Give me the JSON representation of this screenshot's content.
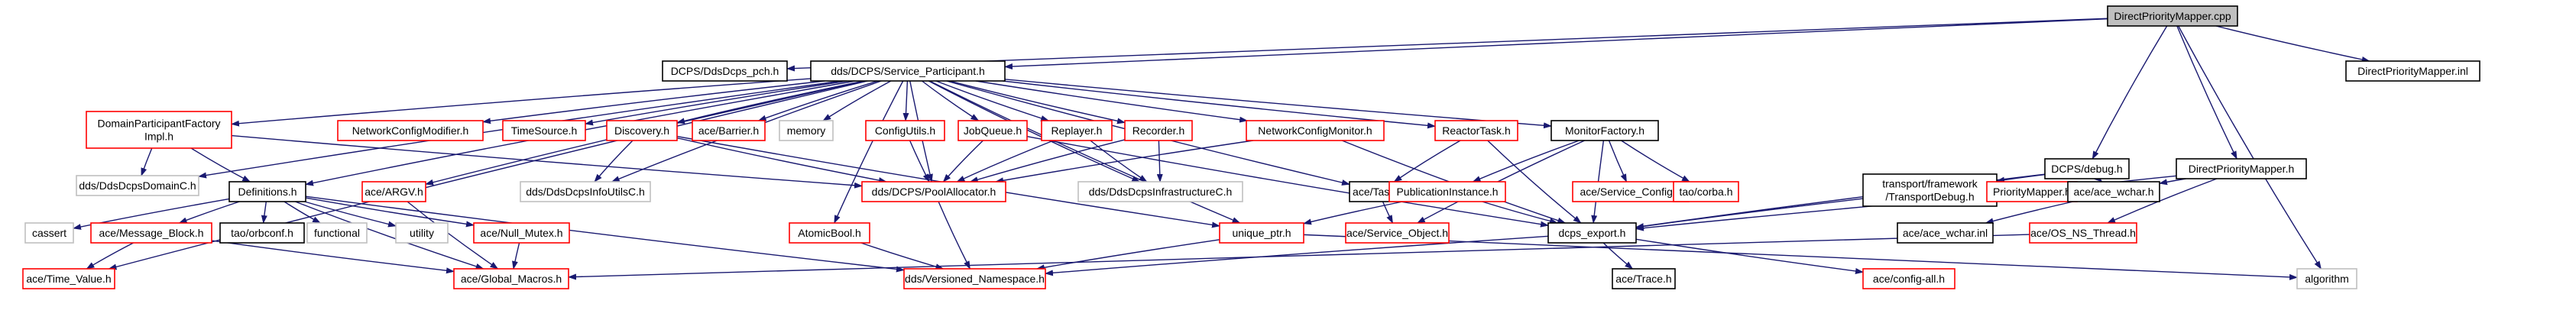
{
  "colors": {
    "edge": "#191970",
    "text": "#000000",
    "border_normal": "#000000",
    "border_red": "#ff0000",
    "border_gray": "#bfbfbf",
    "root_fill": "#bfbfbf"
  },
  "nodes": [
    {
      "id": "root",
      "style": "root",
      "lines": [
        "DirectPriorityMapper.cpp"
      ]
    },
    {
      "id": "pch",
      "style": "normal",
      "lines": [
        "DCPS/DdsDcps_pch.h"
      ]
    },
    {
      "id": "sp",
      "style": "normal",
      "lines": [
        "dds/DCPS/Service_Participant.h"
      ]
    },
    {
      "id": "debug",
      "style": "normal",
      "lines": [
        "DCPS/debug.h"
      ]
    },
    {
      "id": "dpmh",
      "style": "normal",
      "lines": [
        "DirectPriorityMapper.h"
      ]
    },
    {
      "id": "dpminl",
      "style": "normal",
      "lines": [
        "DirectPriorityMapper.inl"
      ]
    },
    {
      "id": "dpfi",
      "style": "red",
      "lines": [
        "DomainParticipantFactory",
        "Impl.h"
      ]
    },
    {
      "id": "ncmod",
      "style": "red",
      "lines": [
        "NetworkConfigModifier.h"
      ]
    },
    {
      "id": "ts",
      "style": "red",
      "lines": [
        "TimeSource.h"
      ]
    },
    {
      "id": "disc",
      "style": "red",
      "lines": [
        "Discovery.h"
      ]
    },
    {
      "id": "barrier",
      "style": "red",
      "lines": [
        "ace/Barrier.h"
      ]
    },
    {
      "id": "memory",
      "style": "gray",
      "lines": [
        "memory"
      ]
    },
    {
      "id": "cu",
      "style": "red",
      "lines": [
        "ConfigUtils.h"
      ]
    },
    {
      "id": "jq",
      "style": "red",
      "lines": [
        "JobQueue.h"
      ]
    },
    {
      "id": "rep",
      "style": "red",
      "lines": [
        "Replayer.h"
      ]
    },
    {
      "id": "rec",
      "style": "red",
      "lines": [
        "Recorder.h"
      ]
    },
    {
      "id": "ncmon",
      "style": "red",
      "lines": [
        "NetworkConfigMonitor.h"
      ]
    },
    {
      "id": "rt",
      "style": "red",
      "lines": [
        "ReactorTask.h"
      ]
    },
    {
      "id": "mf",
      "style": "normal",
      "lines": [
        "MonitorFactory.h"
      ]
    },
    {
      "id": "ddc",
      "style": "gray",
      "lines": [
        "dds/DdsDcpsDomainC.h"
      ]
    },
    {
      "id": "defs",
      "style": "normal",
      "lines": [
        "Definitions.h"
      ]
    },
    {
      "id": "argv",
      "style": "red",
      "lines": [
        "ace/ARGV.h"
      ]
    },
    {
      "id": "diu",
      "style": "gray",
      "lines": [
        "dds/DdsDcpsInfoUtilsC.h"
      ]
    },
    {
      "id": "pa",
      "style": "red",
      "lines": [
        "dds/DCPS/PoolAllocator.h"
      ]
    },
    {
      "id": "dinf",
      "style": "gray",
      "lines": [
        "dds/DdsDcpsInfrastructureC.h"
      ]
    },
    {
      "id": "task",
      "style": "normal",
      "lines": [
        "ace/Task.h"
      ]
    },
    {
      "id": "pi",
      "style": "red",
      "lines": [
        "PublicationInstance.h"
      ]
    },
    {
      "id": "sc",
      "style": "red",
      "lines": [
        "ace/Service_Config.h"
      ]
    },
    {
      "id": "corba",
      "style": "red",
      "lines": [
        "tao/corba.h"
      ]
    },
    {
      "id": "ttd",
      "style": "normal",
      "lines": [
        "transport/framework",
        "/TransportDebug.h"
      ]
    },
    {
      "id": "pm",
      "style": "red",
      "lines": [
        "PriorityMapper.h"
      ]
    },
    {
      "id": "wchar",
      "style": "normal",
      "lines": [
        "ace/ace_wchar.h"
      ]
    },
    {
      "id": "cassert",
      "style": "gray",
      "lines": [
        "cassert"
      ]
    },
    {
      "id": "mb",
      "style": "red",
      "lines": [
        "ace/Message_Block.h"
      ]
    },
    {
      "id": "orb",
      "style": "normal",
      "lines": [
        "tao/orbconf.h"
      ]
    },
    {
      "id": "func",
      "style": "gray",
      "lines": [
        "functional"
      ]
    },
    {
      "id": "util",
      "style": "gray",
      "lines": [
        "utility"
      ]
    },
    {
      "id": "nm",
      "style": "red",
      "lines": [
        "ace/Null_Mutex.h"
      ]
    },
    {
      "id": "ab",
      "style": "red",
      "lines": [
        "AtomicBool.h"
      ]
    },
    {
      "id": "up",
      "style": "red",
      "lines": [
        "unique_ptr.h"
      ]
    },
    {
      "id": "so",
      "style": "red",
      "lines": [
        "ace/Service_Object.h"
      ]
    },
    {
      "id": "de",
      "style": "normal",
      "lines": [
        "dcps_export.h"
      ]
    },
    {
      "id": "wcharinl",
      "style": "normal",
      "lines": [
        "ace/ace_wchar.inl"
      ]
    },
    {
      "id": "osns",
      "style": "red",
      "lines": [
        "ace/OS_NS_Thread.h"
      ]
    },
    {
      "id": "tv",
      "style": "red",
      "lines": [
        "ace/Time_Value.h"
      ]
    },
    {
      "id": "gm",
      "style": "red",
      "lines": [
        "ace/Global_Macros.h"
      ]
    },
    {
      "id": "vn",
      "style": "red",
      "lines": [
        "dds/Versioned_Namespace.h"
      ]
    },
    {
      "id": "trace",
      "style": "normal",
      "lines": [
        "ace/Trace.h"
      ]
    },
    {
      "id": "cfgall",
      "style": "red",
      "lines": [
        "ace/config-all.h"
      ]
    },
    {
      "id": "algo",
      "style": "gray",
      "lines": [
        "algorithm"
      ]
    }
  ],
  "edges": [
    [
      "root",
      "pch"
    ],
    [
      "root",
      "sp"
    ],
    [
      "root",
      "debug"
    ],
    [
      "root",
      "dpmh"
    ],
    [
      "root",
      "dpminl"
    ],
    [
      "root",
      "algo"
    ],
    [
      "sp",
      "dpfi"
    ],
    [
      "sp",
      "ncmod"
    ],
    [
      "sp",
      "ts"
    ],
    [
      "sp",
      "disc"
    ],
    [
      "sp",
      "barrier"
    ],
    [
      "sp",
      "memory"
    ],
    [
      "sp",
      "cu"
    ],
    [
      "sp",
      "jq"
    ],
    [
      "sp",
      "rep"
    ],
    [
      "sp",
      "rec"
    ],
    [
      "sp",
      "ncmon"
    ],
    [
      "sp",
      "rt"
    ],
    [
      "sp",
      "mf"
    ],
    [
      "sp",
      "ddc"
    ],
    [
      "sp",
      "defs"
    ],
    [
      "sp",
      "argv"
    ],
    [
      "sp",
      "diu"
    ],
    [
      "sp",
      "pa"
    ],
    [
      "sp",
      "dinf"
    ],
    [
      "sp",
      "task"
    ],
    [
      "sp",
      "ab"
    ],
    [
      "sp",
      "up"
    ],
    [
      "sp",
      "tv"
    ],
    [
      "dpfi",
      "ddc"
    ],
    [
      "dpfi",
      "defs"
    ],
    [
      "dpfi",
      "pa"
    ],
    [
      "disc",
      "diu"
    ],
    [
      "disc",
      "pa"
    ],
    [
      "disc",
      "up"
    ],
    [
      "cu",
      "pa"
    ],
    [
      "jq",
      "pa"
    ],
    [
      "jq",
      "de"
    ],
    [
      "rep",
      "pa"
    ],
    [
      "rep",
      "dinf"
    ],
    [
      "rec",
      "pa"
    ],
    [
      "rec",
      "dinf"
    ],
    [
      "ncmon",
      "pa"
    ],
    [
      "ncmon",
      "de"
    ],
    [
      "rt",
      "task"
    ],
    [
      "rt",
      "de"
    ],
    [
      "mf",
      "pi"
    ],
    [
      "mf",
      "sc"
    ],
    [
      "mf",
      "corba"
    ],
    [
      "mf",
      "so"
    ],
    [
      "mf",
      "de"
    ],
    [
      "defs",
      "cassert"
    ],
    [
      "defs",
      "mb"
    ],
    [
      "defs",
      "orb"
    ],
    [
      "defs",
      "func"
    ],
    [
      "defs",
      "util"
    ],
    [
      "defs",
      "nm"
    ],
    [
      "defs",
      "gm"
    ],
    [
      "defs",
      "vn"
    ],
    [
      "argv",
      "gm"
    ],
    [
      "pa",
      "vn"
    ],
    [
      "task",
      "so"
    ],
    [
      "pi",
      "up"
    ],
    [
      "pi",
      "de"
    ],
    [
      "debug",
      "ttd"
    ],
    [
      "debug",
      "wchar"
    ],
    [
      "debug",
      "de"
    ],
    [
      "ttd",
      "de"
    ],
    [
      "dpmh",
      "pm"
    ],
    [
      "dpmh",
      "wchar"
    ],
    [
      "dpmh",
      "osns"
    ],
    [
      "pm",
      "de"
    ],
    [
      "wchar",
      "wcharinl"
    ],
    [
      "mb",
      "tv"
    ],
    [
      "mb",
      "gm"
    ],
    [
      "nm",
      "gm"
    ],
    [
      "ab",
      "vn"
    ],
    [
      "up",
      "vn"
    ],
    [
      "up",
      "algo"
    ],
    [
      "de",
      "trace"
    ],
    [
      "de",
      "cfgall"
    ],
    [
      "de",
      "vn"
    ],
    [
      "osns",
      "gm"
    ]
  ]
}
